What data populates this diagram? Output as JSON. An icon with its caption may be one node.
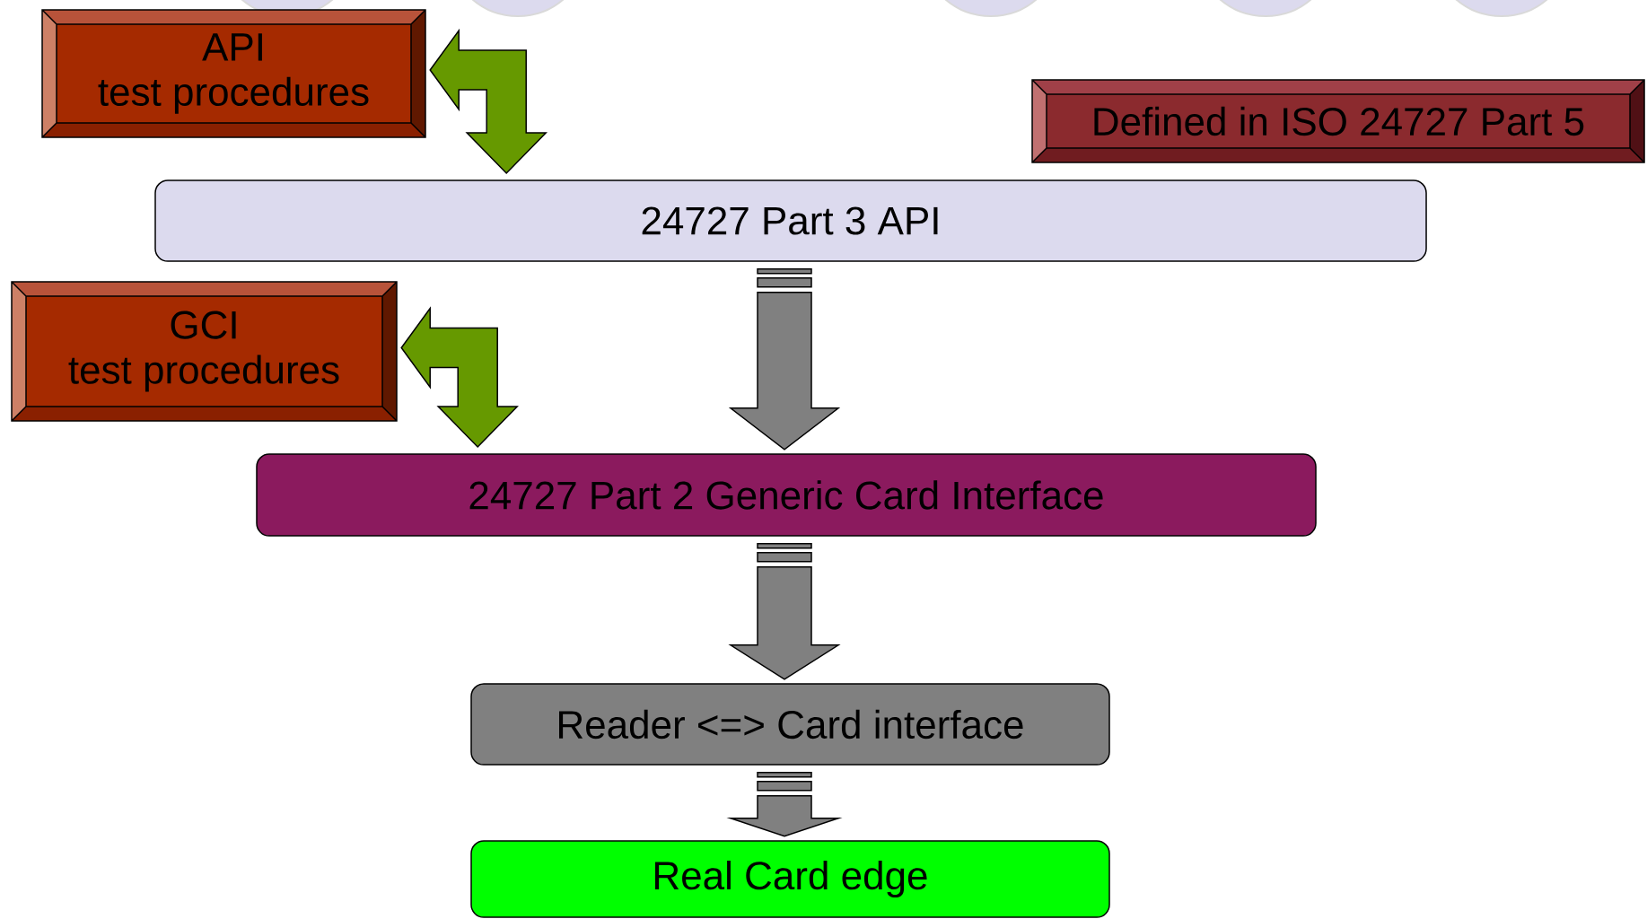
{
  "diagram": {
    "nodes": [
      {
        "text": [
          "API",
          "test procedures"
        ]
      },
      {
        "text": [
          "Defined in ISO 24727 Part 5"
        ]
      },
      {
        "text": [
          "24727 Part 3 API"
        ]
      },
      {
        "text": [
          "GCI",
          "test procedures"
        ]
      },
      {
        "text": [
          "24727 Part 2 Generic Card Interface"
        ]
      },
      {
        "text": [
          "Reader <=> Card interface"
        ]
      },
      {
        "text": [
          "Real Card edge"
        ]
      }
    ],
    "edges": [
      {
        "from": 0,
        "to": 2,
        "arrow": "both",
        "color": "#669900"
      },
      {
        "from": 2,
        "to": 4,
        "arrow": "to"
      },
      {
        "from": 3,
        "to": 4,
        "arrow": "both",
        "color": "#669900"
      },
      {
        "from": 4,
        "to": 5,
        "arrow": "to"
      },
      {
        "from": 5,
        "to": 6,
        "arrow": "to"
      }
    ]
  }
}
